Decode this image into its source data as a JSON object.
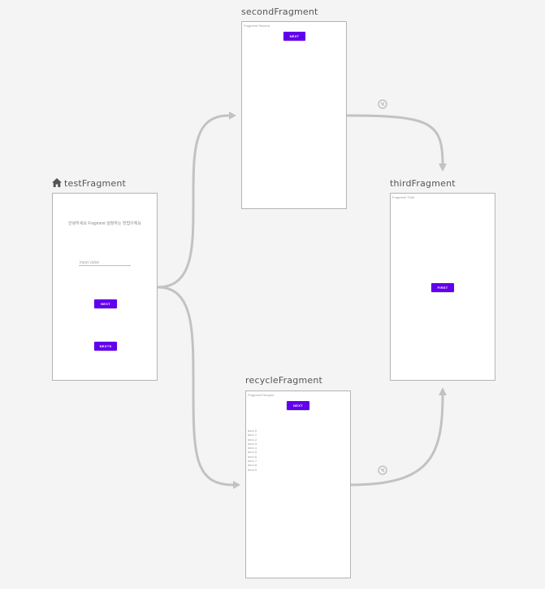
{
  "fragments": {
    "test": {
      "title": "testFragment",
      "greeting": "안녕하세요 Fragment 설정하는 방법이에요",
      "input_placeholder": "input value",
      "next_label": "NEXT",
      "nexts_label": "NEXTS"
    },
    "second": {
      "title": "secondFragment",
      "caption": "Fragment Second",
      "next_label": "NEXT"
    },
    "third": {
      "title": "thirdFragment",
      "caption": "Fragment Third",
      "first_label": "FIRST"
    },
    "recycle": {
      "title": "recycleFragment",
      "caption": "Fragment Recycle",
      "next_label": "NEXT",
      "items": [
        "Item 0",
        "Item 1",
        "Item 2",
        "Item 3",
        "Item 4",
        "Item 5",
        "Item 6",
        "Item 7",
        "Item 8",
        "Item 9"
      ]
    }
  },
  "colors": {
    "button": "#6200ee",
    "arrow": "#c2c2c2",
    "background": "#f4f4f4"
  },
  "icons": {
    "start_destination": "home-icon",
    "action": "action-icon"
  }
}
